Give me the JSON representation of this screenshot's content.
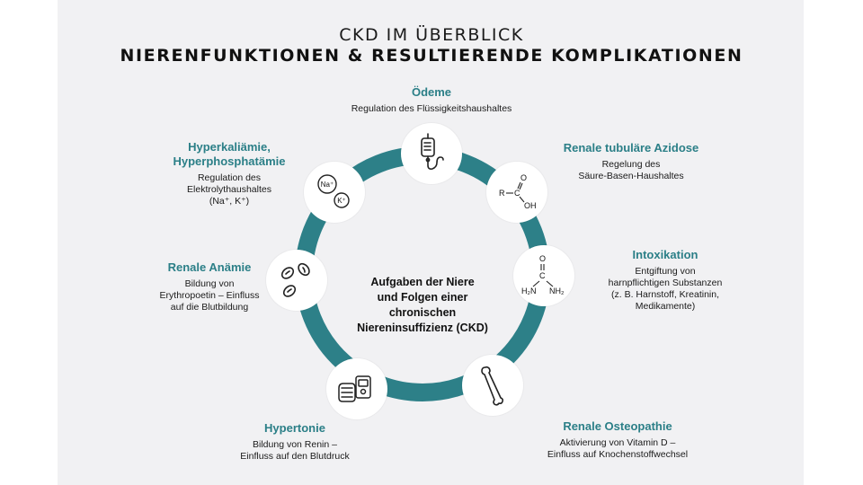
{
  "header": {
    "subtitle": "CKD IM ÜBERBLICK",
    "title": "NIERENFUNKTIONEN & RESULTIERENDE KOMPLIKATIONEN"
  },
  "center": {
    "line1": "Aufgaben der Niere",
    "line2": "und Folgen einer",
    "line3": "chronischen",
    "line4": "Niereninsuffizienz (CKD)"
  },
  "colors": {
    "ring": "#2d8088",
    "heading": "#2b7f87"
  },
  "items": [
    {
      "heading": "Ödeme",
      "desc1": "Regulation des Flüssigkeitshaushaltes",
      "icon": "iv-bag-icon"
    },
    {
      "heading": "Renale tubuläre Azidose",
      "desc1": "Regelung des",
      "desc2": "Säure-Basen-Haushaltes",
      "icon": "carboxylic-acid-icon"
    },
    {
      "heading": "Intoxikation",
      "desc1": "Entgiftung von",
      "desc2": "harnpflichtigen Substanzen",
      "desc3": "(z. B. Harnstoff, Kreatinin,",
      "desc4": "Medikamente)",
      "icon": "urea-molecule-icon"
    },
    {
      "heading": "Renale Osteopathie",
      "desc1": "Aktivierung von Vitamin D –",
      "desc2": "Einfluss auf Knochenstoffwechsel",
      "icon": "bone-icon"
    },
    {
      "heading": "Hypertonie",
      "desc1": "Bildung von Renin –",
      "desc2": "Einfluss auf den Blutdruck",
      "icon": "blood-pressure-monitor-icon"
    },
    {
      "heading": "Renale Anämie",
      "desc1": "Bildung von",
      "desc2": "Erythropoetin – Einfluss",
      "desc3": "auf die Blutbildung",
      "icon": "red-blood-cells-icon"
    },
    {
      "heading1": "Hyperkaliämie,",
      "heading2": "Hyperphosphatämie",
      "desc1": "Regulation des",
      "desc2": "Elektrolythaushaltes",
      "desc3": "(Na⁺, K⁺)",
      "icon": "electrolytes-icon"
    }
  ],
  "icon_labels": {
    "sodium": "Na⁺",
    "potassium": "K⁺",
    "acid_r": "R",
    "acid_c": "C",
    "acid_o": "O",
    "acid_oh": "OH",
    "urea_o": "O",
    "urea_c": "C",
    "urea_h2n": "H₂N",
    "urea_nh2": "NH₂"
  }
}
